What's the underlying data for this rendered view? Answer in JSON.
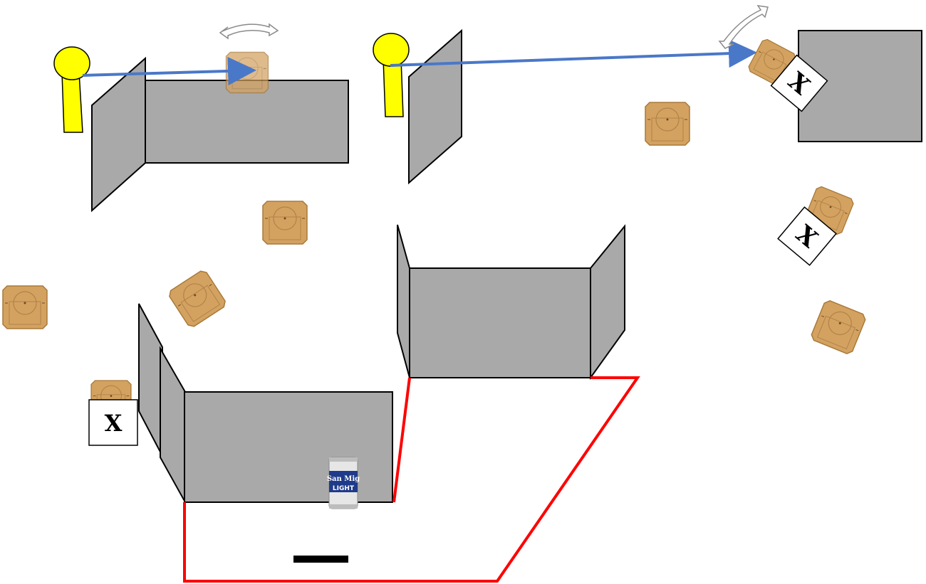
{
  "no_shoot_marker": "X",
  "colors": {
    "background": "#ffffff",
    "wall": "#a9a9a9",
    "wall_edge": "#000000",
    "target": "#d4a260",
    "target_edge": "#a8793a",
    "shooter": "#ffff00",
    "sight_line": "#4a78c8",
    "fault_line": "#ff0000",
    "start_marker": "#000000"
  },
  "icons": {
    "shooter": "shooter-figure-icon",
    "target": "cardboard-target-icon",
    "swinger": "swinger-arrow-icon",
    "can": "beer-can-icon"
  },
  "can_label": {
    "brand": "San Mig",
    "variant": "LIGHT"
  }
}
